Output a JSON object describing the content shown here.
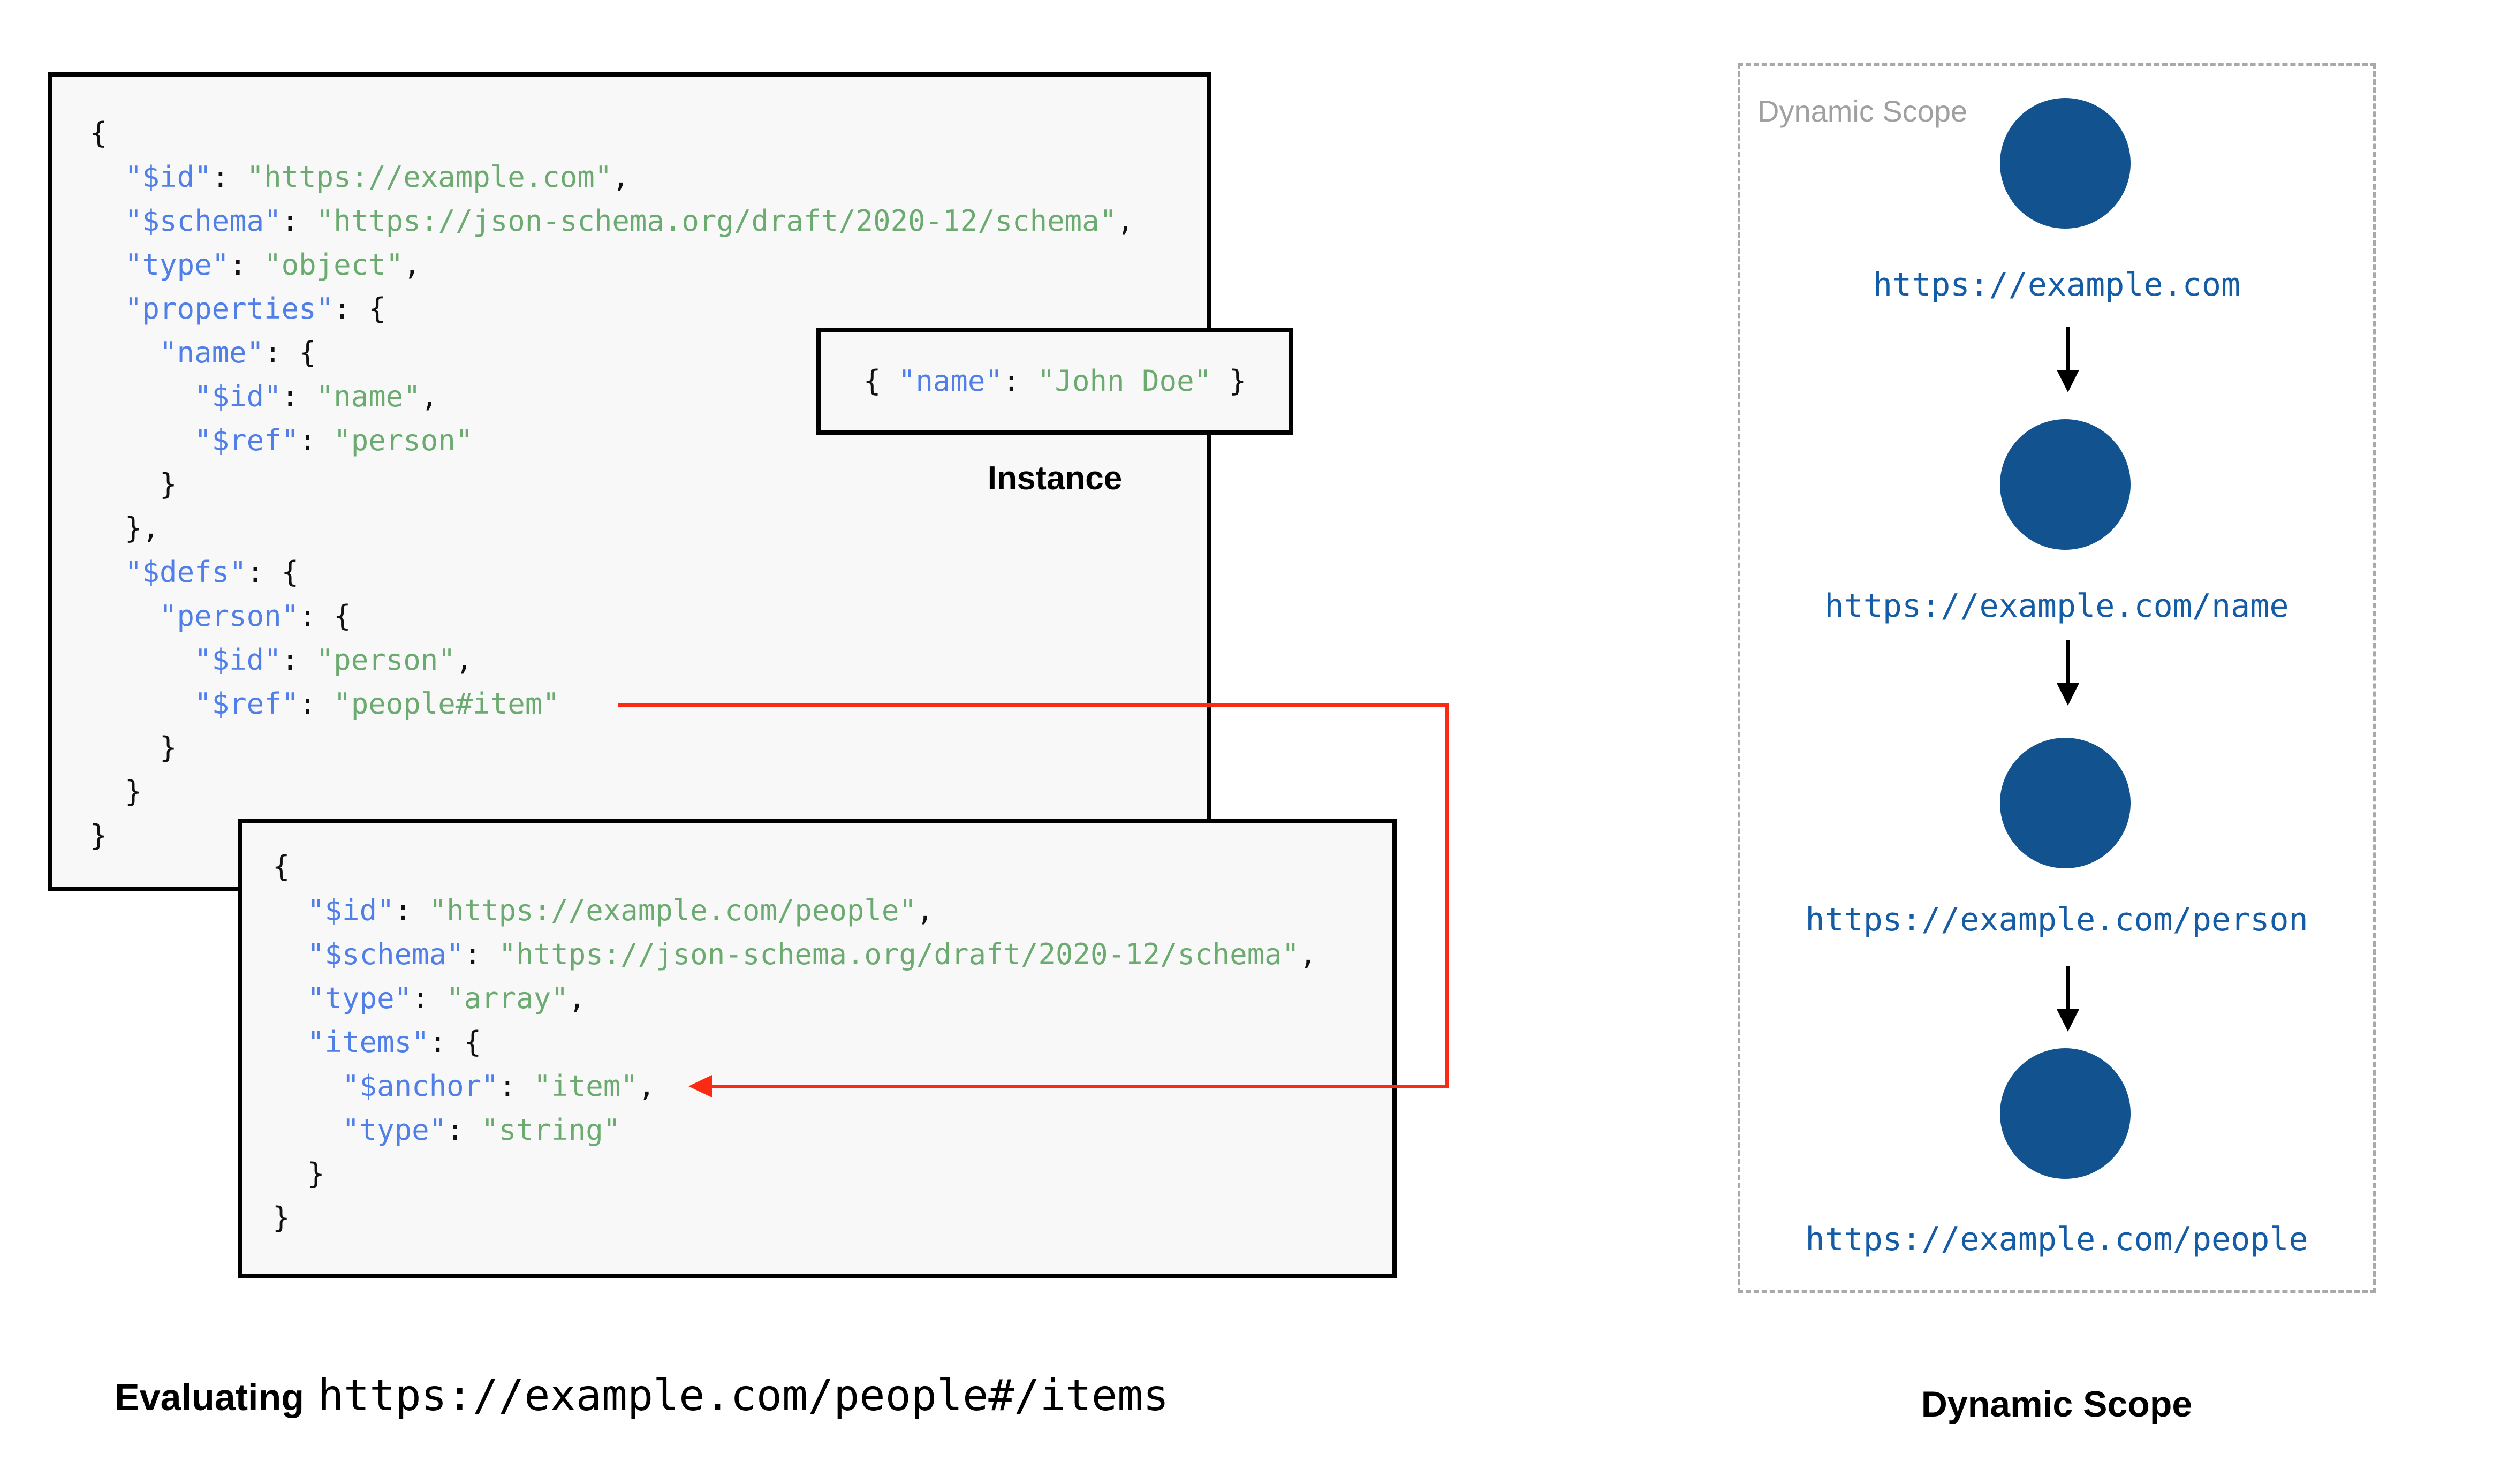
{
  "colors": {
    "key_blue": "#517FE8",
    "string_green": "#6CAB70",
    "punctuation": "#111111",
    "node_blue": "#12538F",
    "url_blue": "#155CA6",
    "red": "#FB2A12",
    "box_background": "#F8F8F8",
    "dashed_border_gray": "#A9A9A9",
    "scope_title_gray": "#A0A0A0"
  },
  "labels": {
    "instance": "Instance"
  },
  "caption": {
    "label": "Evaluating",
    "url": "https://example.com/people#/items"
  },
  "scope": {
    "title": "Dynamic Scope",
    "footer": "Dynamic Scope",
    "nodes": [
      {
        "url": "https://example.com"
      },
      {
        "url": "https://example.com/name"
      },
      {
        "url": "https://example.com/person"
      },
      {
        "url": "https://example.com/people"
      }
    ]
  },
  "code": {
    "schema_root": [
      [
        [
          "pun",
          "{"
        ]
      ],
      [
        [
          "pun",
          "  "
        ],
        [
          "key",
          "\"$id\""
        ],
        [
          "pun",
          ": "
        ],
        [
          "str",
          "\"https://example.com\""
        ],
        [
          "pun",
          ","
        ]
      ],
      [
        [
          "pun",
          "  "
        ],
        [
          "key",
          "\"$schema\""
        ],
        [
          "pun",
          ": "
        ],
        [
          "str",
          "\"https://json-schema.org/draft/2020-12/schema\""
        ],
        [
          "pun",
          ","
        ]
      ],
      [
        [
          "pun",
          "  "
        ],
        [
          "key",
          "\"type\""
        ],
        [
          "pun",
          ": "
        ],
        [
          "str",
          "\"object\""
        ],
        [
          "pun",
          ","
        ]
      ],
      [
        [
          "pun",
          "  "
        ],
        [
          "key",
          "\"properties\""
        ],
        [
          "pun",
          ": {"
        ]
      ],
      [
        [
          "pun",
          "    "
        ],
        [
          "key",
          "\"name\""
        ],
        [
          "pun",
          ": {"
        ]
      ],
      [
        [
          "pun",
          "      "
        ],
        [
          "key",
          "\"$id\""
        ],
        [
          "pun",
          ": "
        ],
        [
          "str",
          "\"name\""
        ],
        [
          "pun",
          ","
        ]
      ],
      [
        [
          "pun",
          "      "
        ],
        [
          "key",
          "\"$ref\""
        ],
        [
          "pun",
          ": "
        ],
        [
          "str",
          "\"person\""
        ]
      ],
      [
        [
          "pun",
          "    }"
        ]
      ],
      [
        [
          "pun",
          "  },"
        ]
      ],
      [
        [
          "pun",
          "  "
        ],
        [
          "key",
          "\"$defs\""
        ],
        [
          "pun",
          ": {"
        ]
      ],
      [
        [
          "pun",
          "    "
        ],
        [
          "key",
          "\"person\""
        ],
        [
          "pun",
          ": {"
        ]
      ],
      [
        [
          "pun",
          "      "
        ],
        [
          "key",
          "\"$id\""
        ],
        [
          "pun",
          ": "
        ],
        [
          "str",
          "\"person\""
        ],
        [
          "pun",
          ","
        ]
      ],
      [
        [
          "pun",
          "      "
        ],
        [
          "key",
          "\"$ref\""
        ],
        [
          "pun",
          ": "
        ],
        [
          "str",
          "\"people#item\""
        ]
      ],
      [
        [
          "pun",
          "    }"
        ]
      ],
      [
        [
          "pun",
          "  }"
        ]
      ],
      [
        [
          "pun",
          "}"
        ]
      ]
    ],
    "schema_people": [
      [
        [
          "pun",
          "{"
        ]
      ],
      [
        [
          "pun",
          "  "
        ],
        [
          "key",
          "\"$id\""
        ],
        [
          "pun",
          ": "
        ],
        [
          "str",
          "\"https://example.com/people\""
        ],
        [
          "pun",
          ","
        ]
      ],
      [
        [
          "pun",
          "  "
        ],
        [
          "key",
          "\"$schema\""
        ],
        [
          "pun",
          ": "
        ],
        [
          "str",
          "\"https://json-schema.org/draft/2020-12/schema\""
        ],
        [
          "pun",
          ","
        ]
      ],
      [
        [
          "pun",
          "  "
        ],
        [
          "key",
          "\"type\""
        ],
        [
          "pun",
          ": "
        ],
        [
          "str",
          "\"array\""
        ],
        [
          "pun",
          ","
        ]
      ],
      [
        [
          "pun",
          "  "
        ],
        [
          "key",
          "\"items\""
        ],
        [
          "pun",
          ": {"
        ]
      ],
      [
        [
          "pun",
          "    "
        ],
        [
          "key",
          "\"$anchor\""
        ],
        [
          "pun",
          ": "
        ],
        [
          "str",
          "\"item\""
        ],
        [
          "pun",
          ","
        ]
      ],
      [
        [
          "pun",
          "    "
        ],
        [
          "key",
          "\"type\""
        ],
        [
          "pun",
          ": "
        ],
        [
          "str",
          "\"string\""
        ]
      ],
      [
        [
          "pun",
          "  }"
        ]
      ],
      [
        [
          "pun",
          "}"
        ]
      ]
    ],
    "instance": [
      [
        [
          "pun",
          "{ "
        ],
        [
          "key",
          "\"name\""
        ],
        [
          "pun",
          ": "
        ],
        [
          "str",
          "\"John Doe\""
        ],
        [
          "pun",
          " }"
        ]
      ]
    ]
  }
}
